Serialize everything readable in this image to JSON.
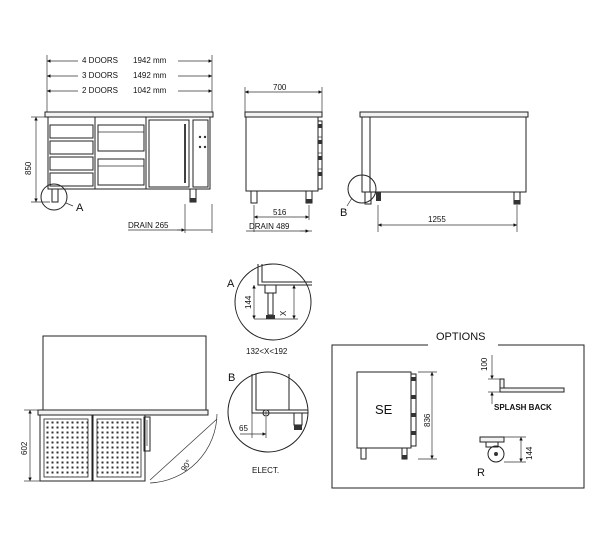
{
  "front_view": {
    "dim_4doors_label": "4 DOORS",
    "dim_4doors_value": "1942 mm",
    "dim_3doors_label": "3 DOORS",
    "dim_3doors_value": "1492 mm",
    "dim_2doors_label": "2 DOORS",
    "dim_2doors_value": "1042 mm",
    "height": "850",
    "detail_ref": "A",
    "drain": "DRAIN 265"
  },
  "side_view": {
    "depth": "700",
    "dim": "516",
    "drain": "DRAIN 489"
  },
  "back_view": {
    "detail_ref": "B",
    "dim": "1255"
  },
  "detail_a": {
    "label": "A",
    "height": "144",
    "x_symbol": "X",
    "range": "132<X<192"
  },
  "detail_b": {
    "label": "B",
    "dim": "65",
    "caption": "ELECT."
  },
  "drawer_view": {
    "height": "602",
    "angle": "90°"
  },
  "options": {
    "title": "OPTIONS",
    "se_label": "SE",
    "se_dim": "836",
    "splash_dim": "100",
    "splash_label": "SPLASH BACK",
    "castor_dim": "144",
    "castor_label": "R"
  }
}
